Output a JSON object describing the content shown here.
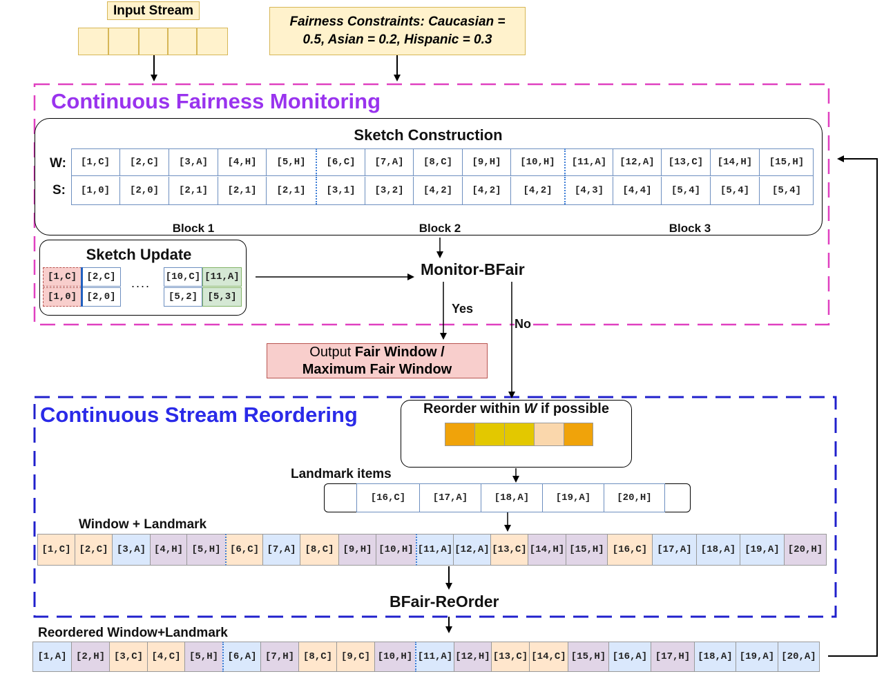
{
  "input_stream": {
    "label": "Input Stream"
  },
  "constraints": {
    "line1": "Fairness Constraints: Caucasian =",
    "line2": "0.5, Asian = 0.2, Hispanic = 0.3"
  },
  "monitoring": {
    "title": "Continuous Fairness Monitoring"
  },
  "sketch": {
    "title": "Sketch Construction",
    "w_label": "W:",
    "s_label": "S:",
    "w_items": [
      "[1,C]",
      "[2,C]",
      "[3,A]",
      "[4,H]",
      "[5,H]",
      "[6,C]",
      "[7,A]",
      "[8,C]",
      "[9,H]",
      "[10,H]",
      "[11,A]",
      "[12,A]",
      "[13,C]",
      "[14,H]",
      "[15,H]"
    ],
    "s_items": [
      "[1,0]",
      "[2,0]",
      "[2,1]",
      "[2,1]",
      "[2,1]",
      "[3,1]",
      "[3,2]",
      "[4,2]",
      "[4,2]",
      "[4,2]",
      "[4,3]",
      "[4,4]",
      "[5,4]",
      "[5,4]",
      "[5,4]"
    ],
    "blocks": [
      "Block 1",
      "Block 2",
      "Block 3"
    ]
  },
  "sketch_update": {
    "title": "Sketch Update",
    "top": [
      "[1,C]",
      "[2,C]",
      "[10,C]",
      "[11,A]"
    ],
    "bottom": [
      "[1,0]",
      "[2,0]",
      "[5,2]",
      "[5,3]"
    ],
    "dots": "...."
  },
  "monitor": {
    "label": "Monitor-BFair",
    "yes": "Yes",
    "no": "No"
  },
  "output": {
    "prefix": "Output ",
    "bold1": "Fair Window /",
    "bold2": "Maximum Fair Window"
  },
  "reordering": {
    "title": "Continuous Stream Reordering"
  },
  "reorder_box": {
    "prefix": "Reorder within ",
    "var": "W",
    "suffix": " if possible",
    "colors": [
      "#f0a30a",
      "#e3c800",
      "#e3c800",
      "#fad7ac",
      "#f0a30a"
    ]
  },
  "landmark": {
    "label": "Landmark items",
    "items": [
      "[16,C]",
      "[17,A]",
      "[18,A]",
      "[19,A]",
      "[20,H]"
    ]
  },
  "window_landmark": {
    "label": "Window + Landmark",
    "items": [
      {
        "t": "[1,C]",
        "g": "C"
      },
      {
        "t": "[2,C]",
        "g": "C"
      },
      {
        "t": "[3,A]",
        "g": "A"
      },
      {
        "t": "[4,H]",
        "g": "H"
      },
      {
        "t": "[5,H]",
        "g": "H"
      },
      {
        "t": "[6,C]",
        "g": "C"
      },
      {
        "t": "[7,A]",
        "g": "A"
      },
      {
        "t": "[8,C]",
        "g": "C"
      },
      {
        "t": "[9,H]",
        "g": "H"
      },
      {
        "t": "[10,H]",
        "g": "H"
      },
      {
        "t": "[11,A]",
        "g": "A"
      },
      {
        "t": "[12,A]",
        "g": "A"
      },
      {
        "t": "[13,C]",
        "g": "C"
      },
      {
        "t": "[14,H]",
        "g": "H"
      },
      {
        "t": "[15,H]",
        "g": "H"
      },
      {
        "t": "[16,C]",
        "g": "C"
      },
      {
        "t": "[17,A]",
        "g": "A"
      },
      {
        "t": "[18,A]",
        "g": "A"
      },
      {
        "t": "[19,A]",
        "g": "A"
      },
      {
        "t": "[20,H]",
        "g": "H"
      }
    ]
  },
  "bfair_reorder": {
    "label": "BFair-ReOrder"
  },
  "reordered": {
    "label": "Reordered Window+Landmark",
    "items": [
      {
        "t": "[1,A]",
        "g": "A"
      },
      {
        "t": "[2,H]",
        "g": "H"
      },
      {
        "t": "[3,C]",
        "g": "C"
      },
      {
        "t": "[4,C]",
        "g": "C"
      },
      {
        "t": "[5,H]",
        "g": "H"
      },
      {
        "t": "[6,A]",
        "g": "A"
      },
      {
        "t": "[7,H]",
        "g": "H"
      },
      {
        "t": "[8,C]",
        "g": "C"
      },
      {
        "t": "[9,C]",
        "g": "C"
      },
      {
        "t": "[10,H]",
        "g": "H"
      },
      {
        "t": "[11,A]",
        "g": "A"
      },
      {
        "t": "[12,H]",
        "g": "H"
      },
      {
        "t": "[13,C]",
        "g": "C"
      },
      {
        "t": "[14,C]",
        "g": "C"
      },
      {
        "t": "[15,H]",
        "g": "H"
      },
      {
        "t": "[16,A]",
        "g": "A"
      },
      {
        "t": "[17,H]",
        "g": "H"
      },
      {
        "t": "[18,A]",
        "g": "A"
      },
      {
        "t": "[19,A]",
        "g": "A"
      },
      {
        "t": "[20,A]",
        "g": "A"
      }
    ]
  },
  "colors": {
    "C": "#ffe6cc",
    "A": "#dae8fc",
    "H": "#e1d5e7",
    "pink_border": "#e040c0",
    "blue_border": "#2020cc"
  }
}
